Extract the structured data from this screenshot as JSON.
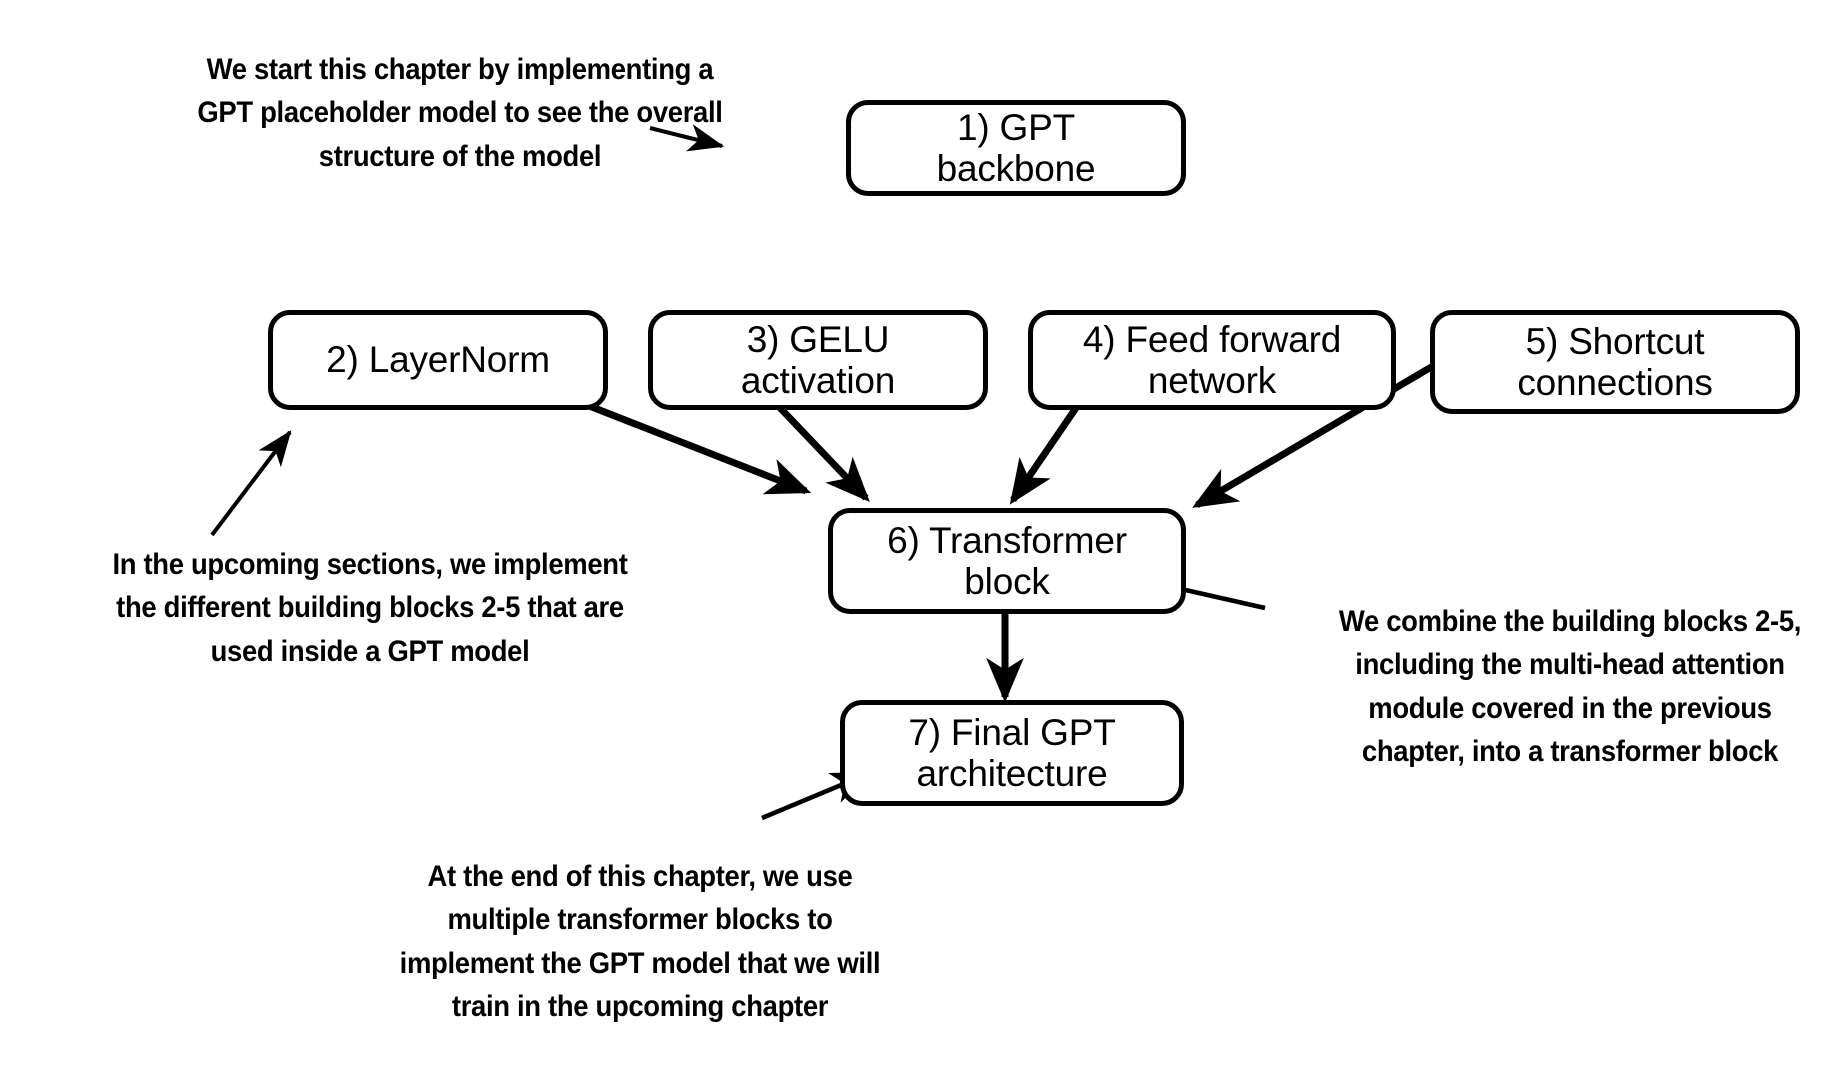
{
  "diagram": {
    "title": "Chapter overview: implementing a GPT model from scratch",
    "background_color": "#ffffff",
    "stroke_color": "#000000",
    "nodes": [
      {
        "id": "gpt-backbone",
        "label": "1) GPT\nbackbone"
      },
      {
        "id": "layernorm",
        "label": "2) LayerNorm"
      },
      {
        "id": "gelu-activation",
        "label": "3) GELU\nactivation"
      },
      {
        "id": "feed-forward",
        "label": "4) Feed forward\nnetwork"
      },
      {
        "id": "shortcut",
        "label": "5) Shortcut\nconnections"
      },
      {
        "id": "transformer-block",
        "label": "6) Transformer\nblock"
      },
      {
        "id": "final-gpt",
        "label": "7) Final GPT\narchitecture"
      }
    ],
    "notes": [
      {
        "id": "note-top-left",
        "text": "We start this chapter by implementing a\nGPT placeholder model to see the overall\nstructure of the model"
      },
      {
        "id": "note-left",
        "text": "In the upcoming sections, we implement\nthe different building blocks 2-5 that are\nused inside a GPT model"
      },
      {
        "id": "note-right",
        "text": "We combine the building blocks 2-5,\nincluding the multi-head attention\nmodule covered in the previous\nchapter, into a transformer block"
      },
      {
        "id": "note-bottom",
        "text": "At the end of this chapter, we use\nmultiple transformer blocks to\nimplement the GPT model that we will\ntrain in the upcoming chapter"
      }
    ],
    "edges": [
      {
        "id": "edge-note-top-to-gpt-backbone",
        "from": "note-top-left",
        "to": "gpt-backbone",
        "arrow": true
      },
      {
        "id": "edge-layernorm-to-transformer",
        "from": "layernorm",
        "to": "transformer-block",
        "arrow": true
      },
      {
        "id": "edge-gelu-to-transformer",
        "from": "gelu-activation",
        "to": "transformer-block",
        "arrow": true
      },
      {
        "id": "edge-ffn-to-transformer",
        "from": "feed-forward",
        "to": "transformer-block",
        "arrow": true
      },
      {
        "id": "edge-shortcut-to-transformer",
        "from": "shortcut",
        "to": "transformer-block",
        "arrow": true
      },
      {
        "id": "edge-transformer-to-final",
        "from": "transformer-block",
        "to": "final-gpt",
        "arrow": true
      },
      {
        "id": "edge-note-left-to-layernorm",
        "from": "note-left",
        "to": "layernorm",
        "arrow": true
      },
      {
        "id": "edge-note-right-to-transformer",
        "from": "note-right",
        "to": "transformer-block",
        "arrow": true
      },
      {
        "id": "edge-note-bottom-to-final",
        "from": "note-bottom",
        "to": "final-gpt",
        "arrow": true
      }
    ]
  }
}
